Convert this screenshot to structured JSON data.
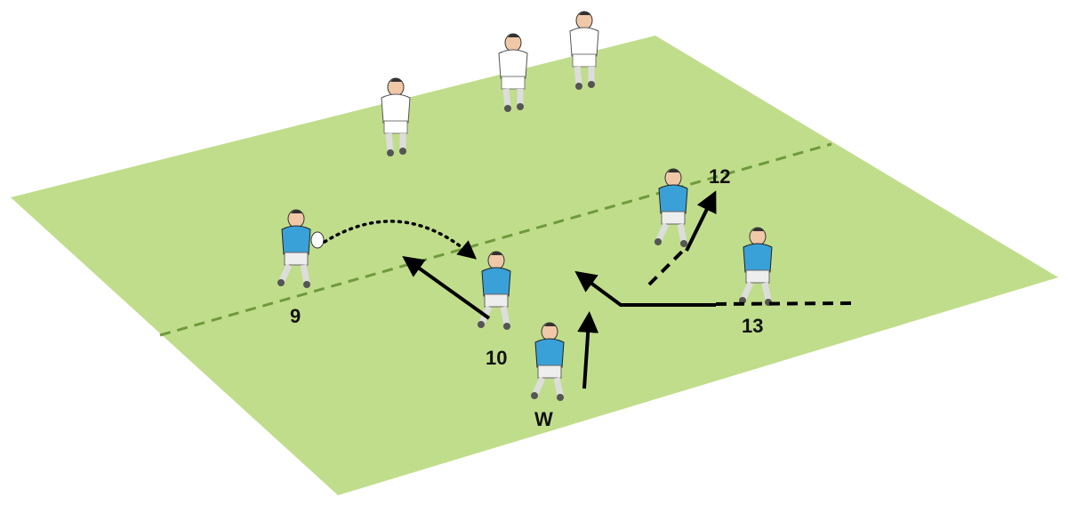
{
  "colors": {
    "field": "#c0dd8b",
    "halfway": "#6f9a3c",
    "attack": "#3aa0d8",
    "defence": "#ffffff",
    "arrow": "#000000"
  },
  "labels": {
    "scrum_half": "9",
    "fly_half": "10",
    "winger": "W",
    "inside_centre": "12",
    "outside_centre": "13"
  }
}
